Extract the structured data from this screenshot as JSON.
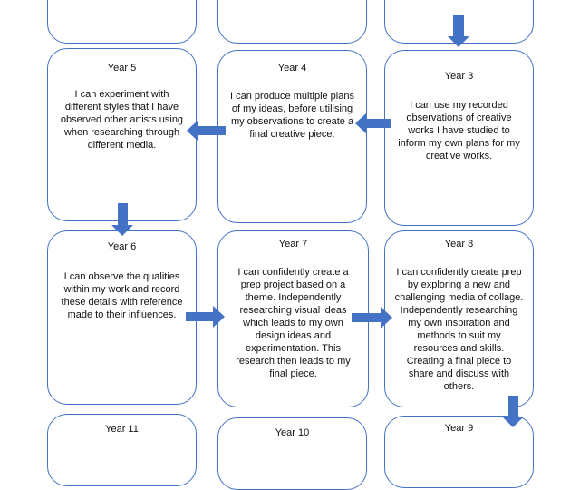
{
  "accent_color": "#4472c4",
  "cards": {
    "year5": {
      "title": "Year 5",
      "text": "I can experiment with different styles that I have observed other artists using when researching through different media."
    },
    "year4": {
      "title": "Year 4",
      "text": "I can produce multiple plans of my ideas, before utilising my observations to create a final creative piece."
    },
    "year3": {
      "title": "Year 3",
      "text": "I can use my recorded observations of creative works I have studied to inform my own plans for my creative works."
    },
    "year6": {
      "title": "Year 6",
      "text": "I can observe the qualities within my work and record these details with reference made to their influences."
    },
    "year7": {
      "title": "Year 7",
      "text": "I can confidently create a prep project based on a theme. Independently researching visual ideas which leads to my own design ideas and experimentation. This research then leads to my final piece."
    },
    "year8": {
      "title": "Year 8",
      "text": "I can confidently create prep by exploring a new and challenging media of collage. Independently researching my own inspiration and methods to suit my resources and skills. Creating a final piece to share and discuss with others."
    },
    "year11": {
      "title": "Year 11"
    },
    "year10": {
      "title": "Year 10"
    },
    "year9": {
      "title": "Year 9"
    }
  }
}
